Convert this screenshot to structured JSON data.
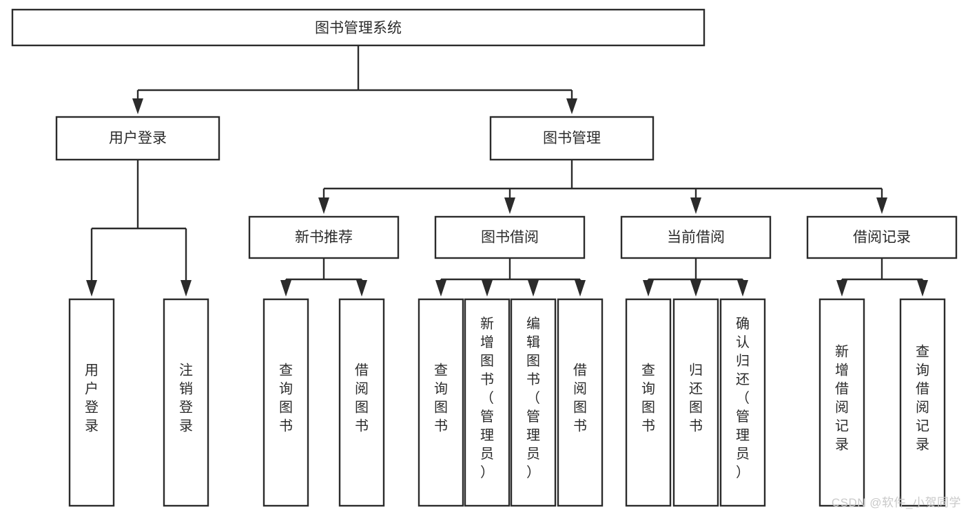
{
  "diagram": {
    "title": "图书管理系统",
    "type": "tree",
    "watermark": "CSDN @软件_小贺同学",
    "colors": {
      "stroke": "#2b2b2b",
      "fill": "#ffffff",
      "text": "#2b2b2b",
      "watermark": "#c9c9c9"
    },
    "levels": {
      "root": {
        "label": "图书管理系统"
      },
      "level2": [
        {
          "label": "用户登录"
        },
        {
          "label": "图书管理"
        }
      ],
      "level3": [
        {
          "label": "新书推荐"
        },
        {
          "label": "图书借阅"
        },
        {
          "label": "当前借阅"
        },
        {
          "label": "借阅记录"
        }
      ],
      "leaves": {
        "user_login": [
          {
            "label": "用户登录"
          },
          {
            "label": "注销登录"
          }
        ],
        "new_book_recommend": [
          {
            "label": "查询图书"
          },
          {
            "label": "借阅图书"
          }
        ],
        "book_borrow": [
          {
            "label": "查询图书"
          },
          {
            "label": "新增图书（管理员）"
          },
          {
            "label": "编辑图书（管理员）"
          },
          {
            "label": "借阅图书"
          }
        ],
        "current_borrow": [
          {
            "label": "查询图书"
          },
          {
            "label": "归还图书"
          },
          {
            "label": "确认归还（管理员）"
          }
        ],
        "borrow_record": [
          {
            "label": "新增借阅记录"
          },
          {
            "label": "查询借阅记录"
          }
        ]
      }
    }
  }
}
